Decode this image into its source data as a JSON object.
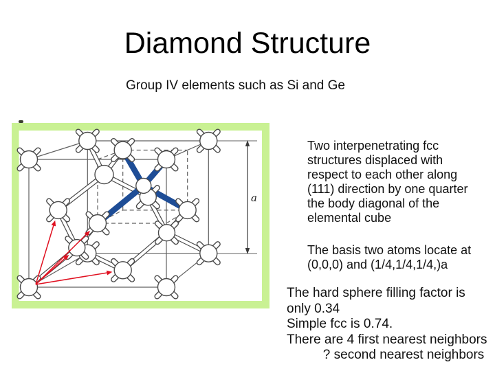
{
  "title": "Diamond Structure",
  "subtitle": "Group IV elements such as Si and Ge",
  "right_panel": {
    "para1": "Two interpenetrating fcc\nstructures displaced with\nrespect to each other along\n(111) direction by one quarter\nthe body diagonal of the\nelemental cube",
    "para2": "The basis two atoms locate at\n(0,0,0) and (1/4,1/4,1/4,)a",
    "para3": "The hard sphere filling factor is\nonly 0.34\nSimple fcc is 0.74.\nThere are 4 first nearest neighbors\n          ? second nearest neighbors"
  },
  "figure": {
    "dimension_label": "a",
    "colors": {
      "frame_green": "#c9f193",
      "bond_blue": "#1e4d96",
      "arrow_red": "#e01020",
      "line_gray": "#606060",
      "outline_dark": "#4a4a4a"
    }
  }
}
